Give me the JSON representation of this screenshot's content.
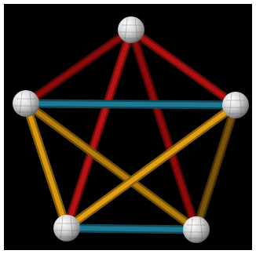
{
  "diagram": {
    "type": "complete-graph-K5",
    "background": "#000000",
    "frame_color": "#ffffff",
    "node_color": "#d0d0d0",
    "node_shape": "faceted-sphere",
    "nodes": [
      {
        "id": "top"
      },
      {
        "id": "left"
      },
      {
        "id": "right"
      },
      {
        "id": "bottom-left"
      },
      {
        "id": "bottom-right"
      }
    ],
    "edges": [
      {
        "from": "top",
        "to": "left",
        "color": "#8b0a0a"
      },
      {
        "from": "top",
        "to": "right",
        "color": "#b01010"
      },
      {
        "from": "top",
        "to": "bottom-left",
        "color": "#b81212"
      },
      {
        "from": "top",
        "to": "bottom-right",
        "color": "#8e0a0a"
      },
      {
        "from": "left",
        "to": "right",
        "color": "#1e7a94"
      },
      {
        "from": "bottom-left",
        "to": "bottom-right",
        "color": "#1e7a94"
      },
      {
        "from": "left",
        "to": "bottom-left",
        "color": "#d9980f"
      },
      {
        "from": "left",
        "to": "bottom-right",
        "color": "#b57d0c"
      },
      {
        "from": "right",
        "to": "bottom-left",
        "color": "#e39f12"
      },
      {
        "from": "right",
        "to": "bottom-right",
        "color": "#7a5208"
      }
    ]
  }
}
